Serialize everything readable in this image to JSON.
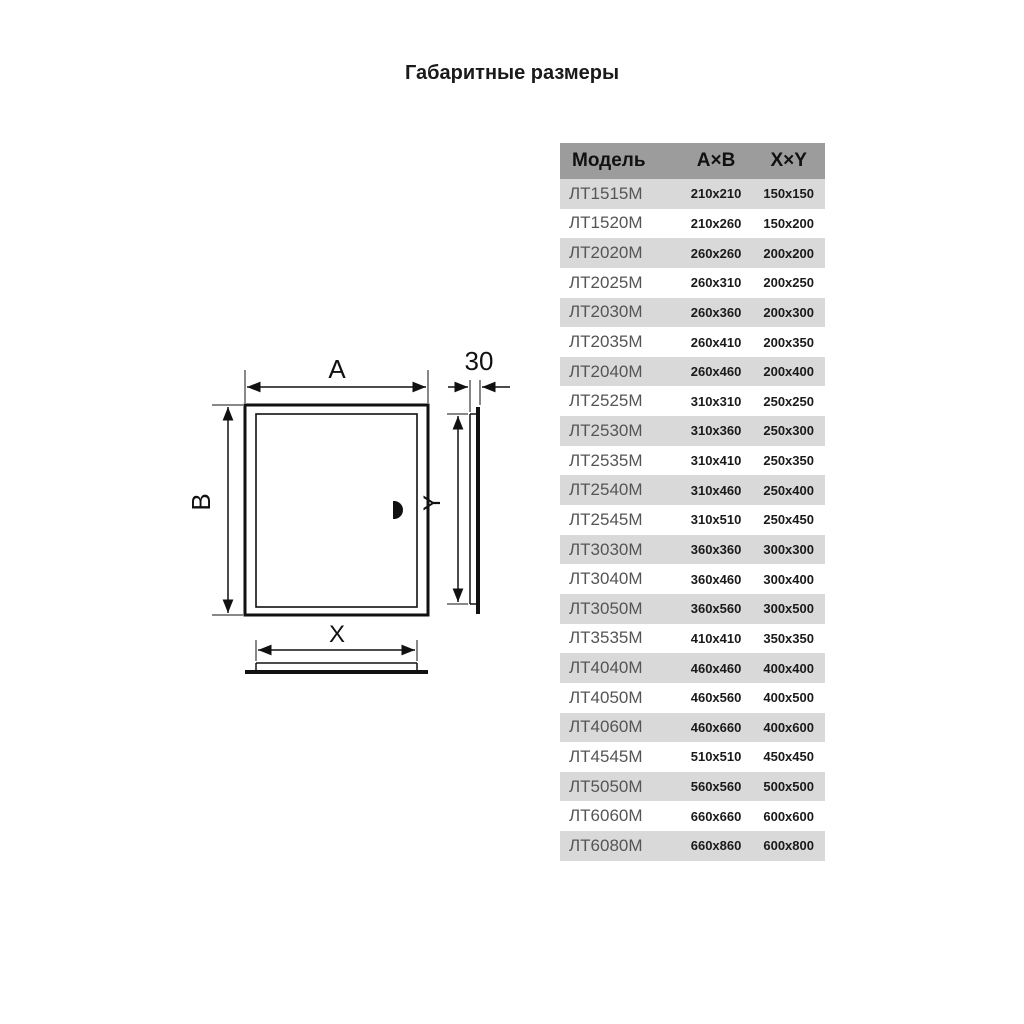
{
  "title": "Габаритные размеры",
  "diagram": {
    "label_a": "A",
    "label_b": "B",
    "label_x": "X",
    "label_y": "Y",
    "label_depth": "30"
  },
  "table": {
    "headers": [
      "Модель",
      "A×B",
      "X×Y"
    ],
    "rows": [
      [
        "ЛТ1515М",
        "210x210",
        "150x150"
      ],
      [
        "ЛТ1520М",
        "210x260",
        "150x200"
      ],
      [
        "ЛТ2020М",
        "260x260",
        "200x200"
      ],
      [
        "ЛТ2025М",
        "260x310",
        "200x250"
      ],
      [
        "ЛТ2030М",
        "260x360",
        "200x300"
      ],
      [
        "ЛТ2035М",
        "260x410",
        "200x350"
      ],
      [
        "ЛТ2040М",
        "260x460",
        "200x400"
      ],
      [
        "ЛТ2525М",
        "310x310",
        "250x250"
      ],
      [
        "ЛТ2530М",
        "310x360",
        "250x300"
      ],
      [
        "ЛТ2535М",
        "310x410",
        "250x350"
      ],
      [
        "ЛТ2540М",
        "310x460",
        "250x400"
      ],
      [
        "ЛТ2545М",
        "310x510",
        "250x450"
      ],
      [
        "ЛТ3030М",
        "360x360",
        "300x300"
      ],
      [
        "ЛТ3040М",
        "360x460",
        "300x400"
      ],
      [
        "ЛТ3050М",
        "360x560",
        "300x500"
      ],
      [
        "ЛТ3535М",
        "410x410",
        "350x350"
      ],
      [
        "ЛТ4040М",
        "460x460",
        "400x400"
      ],
      [
        "ЛТ4050М",
        "460x560",
        "400x500"
      ],
      [
        "ЛТ4060М",
        "460x660",
        "400x600"
      ],
      [
        "ЛТ4545М",
        "510x510",
        "450x450"
      ],
      [
        "ЛТ5050М",
        "560x560",
        "500x500"
      ],
      [
        "ЛТ6060М",
        "660x660",
        "600x600"
      ],
      [
        "ЛТ6080М",
        "660x860",
        "600x800"
      ]
    ]
  }
}
